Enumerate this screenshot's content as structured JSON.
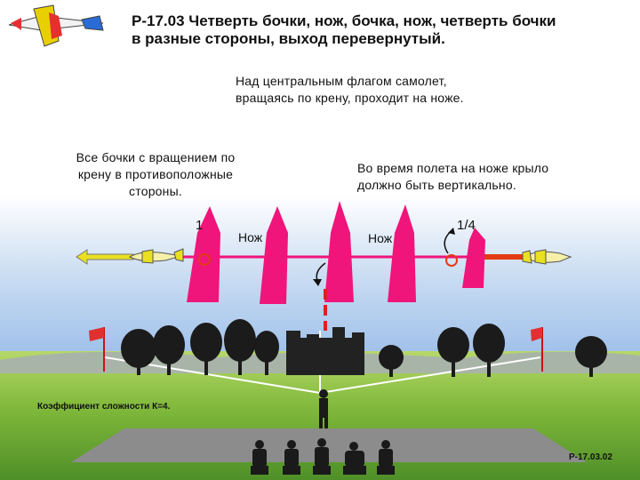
{
  "title": {
    "line1": "Р-17.03 Четверть бочки, нож, бочка, нож, четверть бочки",
    "line2": "в разные стороны, выход перевернутый."
  },
  "notes": {
    "top_line1": "Над центральным флагом самолет,",
    "top_line2": "вращаясь по крену, проходит на ноже.",
    "left_line1": "Все бочки с вращением по",
    "left_line2": "крену в противоположные",
    "left_line3": "стороны.",
    "right_line1": "Во время полета на ноже крыло",
    "right_line2": "должно быть вертикально."
  },
  "labels": {
    "knife1": "Нож",
    "knife2": "Нож",
    "quarter_left": "1",
    "quarter_right": "1/4"
  },
  "footer": {
    "coefficient": "Коэффициент сложности К=4.",
    "reference": "Р-17.03.02"
  },
  "colors": {
    "aircraft": "#f0157a",
    "entry_arrow": "#e8e020",
    "exit_arrow": "#e23a12",
    "center_line": "#e02020"
  }
}
